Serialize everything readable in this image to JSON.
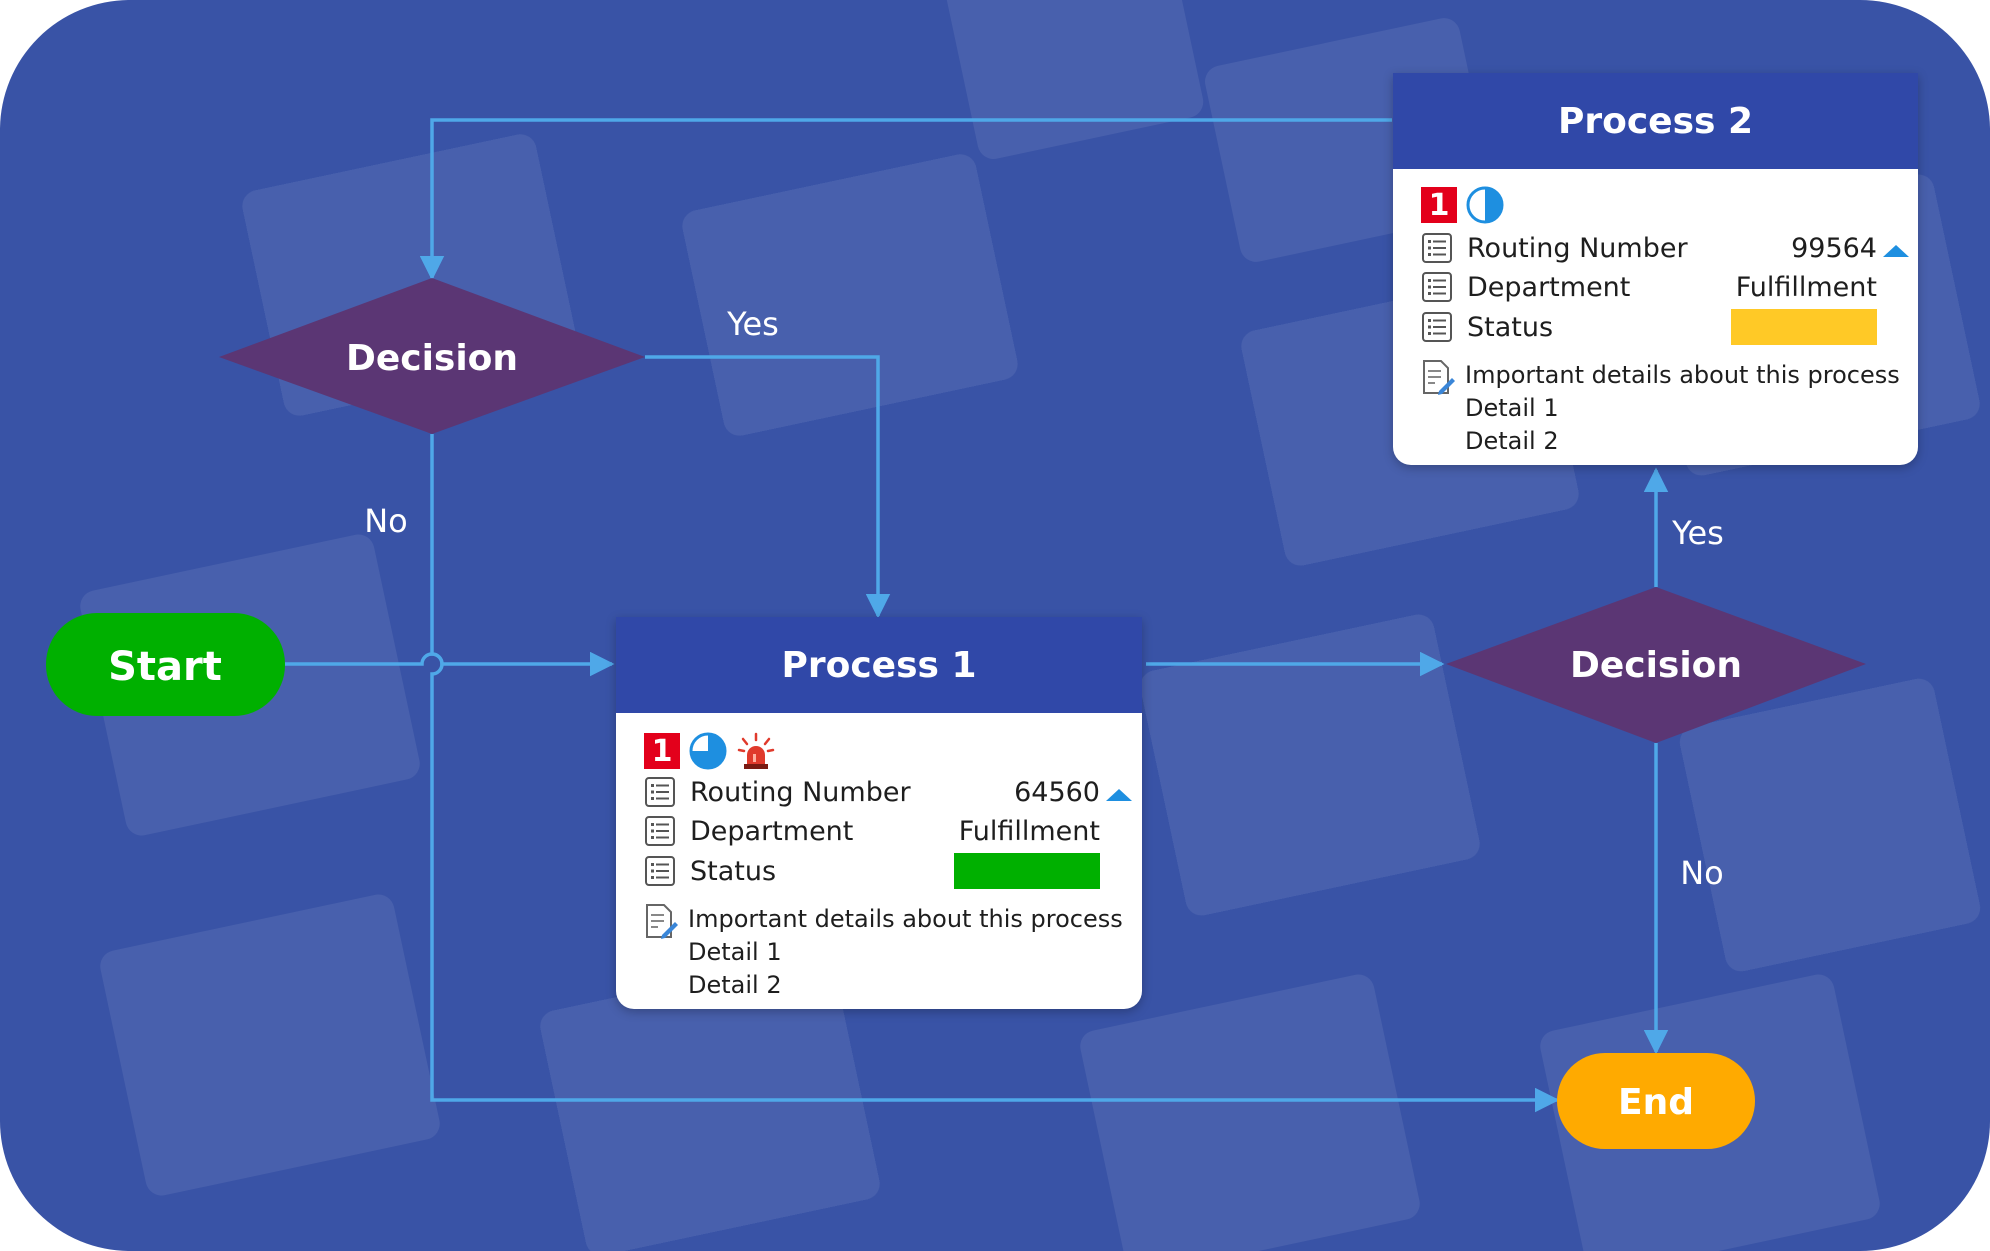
{
  "background_color": "#3953a6",
  "flow_line_color": "#4fa8e8",
  "nodes": {
    "start": {
      "label": "Start",
      "color": "#00b000"
    },
    "end": {
      "label": "End",
      "color": "#ffaa00"
    },
    "decision_1": {
      "label": "Decision",
      "color": "#5b3674"
    },
    "decision_2": {
      "label": "Decision",
      "color": "#5b3674"
    }
  },
  "edges": {
    "yes_1": "Yes",
    "no_1": "No",
    "yes_2": "Yes",
    "no_2": "No"
  },
  "process_1": {
    "title": "Process 1",
    "badge": "1",
    "progress": 0.75,
    "has_alarm": true,
    "rows": [
      {
        "label": "Routing Number",
        "value": "64560"
      },
      {
        "label": "Department",
        "value": "Fulfillment"
      },
      {
        "label": "Status",
        "value": ""
      }
    ],
    "status_color": "#00b000",
    "notes": [
      "Important details about this process",
      "Detail 1",
      "Detail 2"
    ]
  },
  "process_2": {
    "title": "Process 2",
    "badge": "1",
    "progress": 0.5,
    "has_alarm": false,
    "rows": [
      {
        "label": "Routing Number",
        "value": "99564"
      },
      {
        "label": "Department",
        "value": "Fulfillment"
      },
      {
        "label": "Status",
        "value": ""
      }
    ],
    "status_color": "#ffc926",
    "notes": [
      "Important details about this process",
      "Detail 1",
      "Detail 2"
    ]
  }
}
